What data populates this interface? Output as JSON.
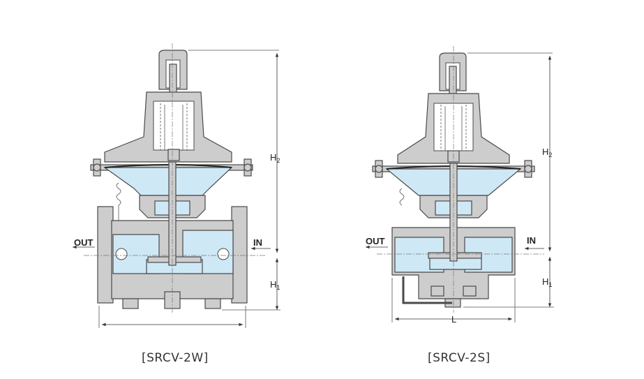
{
  "labels": {
    "out": "OUT",
    "in": "IN",
    "h1": "H",
    "h1_sub": "1",
    "h2": "H",
    "h2_sub": "2",
    "l": "L"
  },
  "captions": {
    "left": "[SRCV-2W]",
    "right": "[SRCV-2S]"
  },
  "colors": {
    "metal": "#cdcdcd",
    "fluid": "#cfe8f6",
    "outline": "#4a4a4a"
  }
}
